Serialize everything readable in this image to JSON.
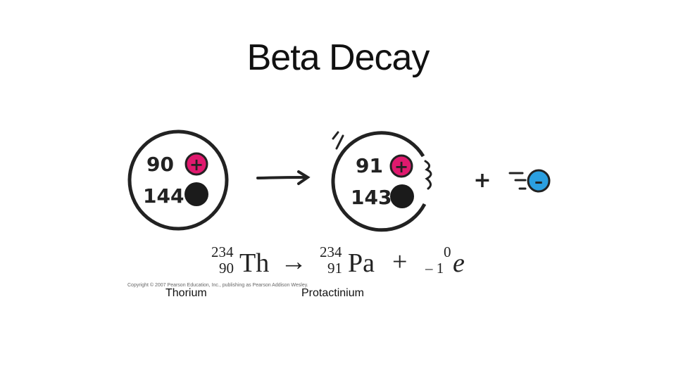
{
  "title": "Beta Decay",
  "parent_nucleus": {
    "protons": "90",
    "neutrons": "144"
  },
  "daughter_nucleus": {
    "protons": "91",
    "neutrons": "143"
  },
  "symbols": {
    "proton": "+",
    "electron": "–",
    "plus": "+"
  },
  "equation": {
    "parent": {
      "mass": "234",
      "atomic": "90",
      "symbol": "Th"
    },
    "arrow": "→",
    "daughter": {
      "mass": "234",
      "atomic": "91",
      "symbol": "Pa"
    },
    "plus": "+",
    "emitted": {
      "mass": "0",
      "atomic": "– 1",
      "symbol": "e"
    }
  },
  "copyright": "Copyright © 2007 Pearson Education, Inc., publishing as Pearson Addison Wesley.",
  "labels": {
    "parent": "Thorium",
    "daughter": "Protactinium"
  },
  "colors": {
    "proton": "#e0196e",
    "electron": "#2b9fe0",
    "neutron": "#1b1b1b",
    "outline": "#222222"
  }
}
